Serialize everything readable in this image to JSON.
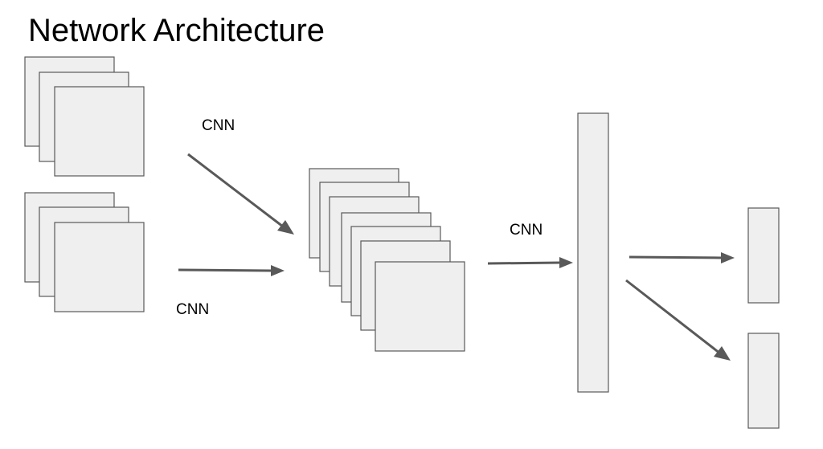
{
  "title": "Network Architecture",
  "labels": {
    "cnn_top": "CNN",
    "cnn_bottom": "CNN",
    "cnn_middle": "CNN"
  },
  "colors": {
    "box_fill": "#efefef",
    "box_stroke": "#595959",
    "arrow": "#595959"
  }
}
